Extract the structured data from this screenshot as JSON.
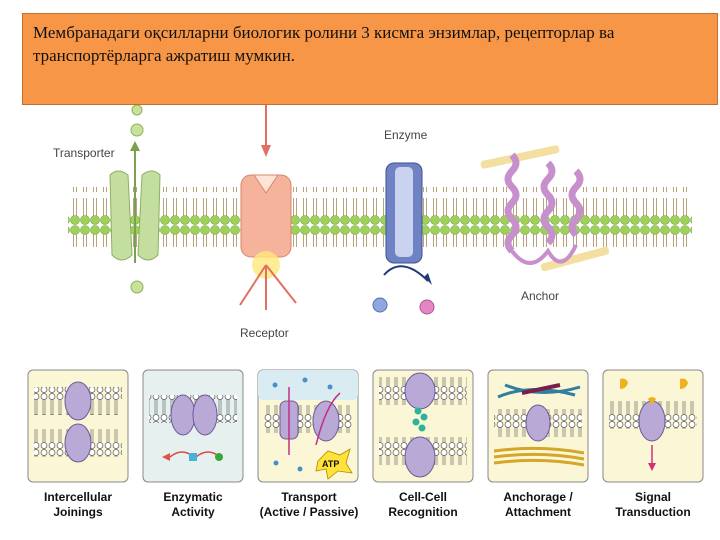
{
  "banner": {
    "text": "Мембранадаги оқсилларни биологик ролини 3 кисмга энзимлар, рецепторлар ва транспортёрларга ажратиш мумкин."
  },
  "diagram": {
    "labels": {
      "transporter": "Transporter",
      "receptor": "Receptor",
      "enzyme": "Enzyme",
      "anchor": "Anchor"
    }
  },
  "panels": [
    {
      "line1": "Intercellular",
      "line2": "Joinings"
    },
    {
      "line1": "Enzymatic",
      "line2": "Activity"
    },
    {
      "line1": "Transport",
      "line2": "(Active / Passive)",
      "badge": "ATP"
    },
    {
      "line1": "Cell-Cell",
      "line2": "Recognition"
    },
    {
      "line1": "Anchorage /",
      "line2": "Attachment"
    },
    {
      "line1": "Signal",
      "line2": "Transduction"
    }
  ],
  "colors": {
    "banner": "#f79646",
    "membrane": "#8cc63f",
    "protein": "#b8a9d6"
  }
}
